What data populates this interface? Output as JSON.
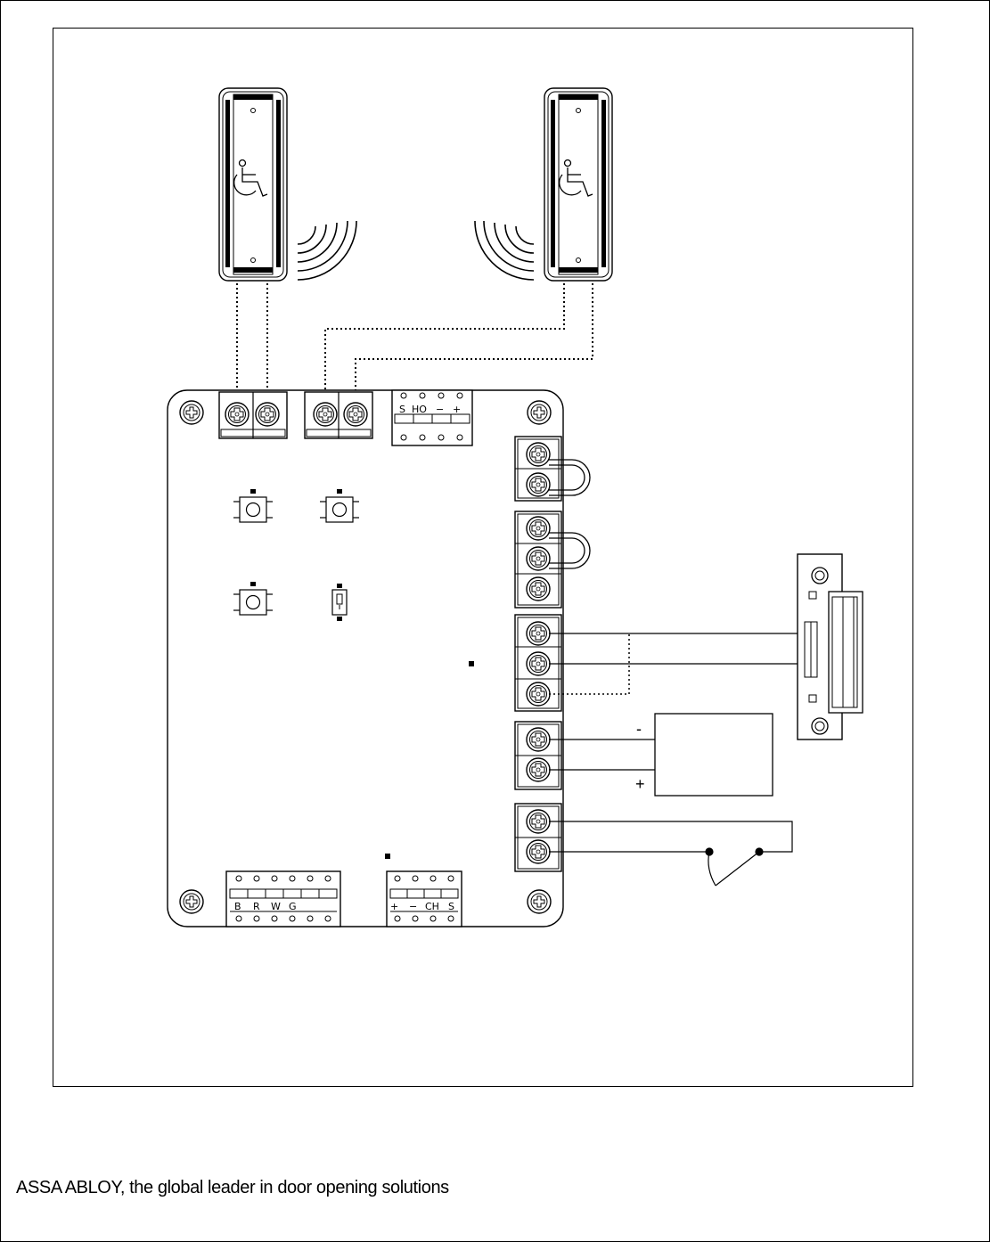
{
  "diagram": {
    "top_terminal_block_labels": [
      "S",
      "HO",
      "−",
      "+"
    ],
    "bottom_left_block_labels": [
      "B",
      "R",
      "W",
      "G"
    ],
    "bottom_right_block_labels": [
      "+",
      "−",
      "CH",
      "S"
    ],
    "power_supply_polarity": [
      "-",
      "+"
    ],
    "push_plate_icon": "wheelchair-icon",
    "wave_icon": "wireless-signal-icon"
  },
  "footer": {
    "tagline": "ASSA ABLOY, the global leader in door opening solutions"
  }
}
